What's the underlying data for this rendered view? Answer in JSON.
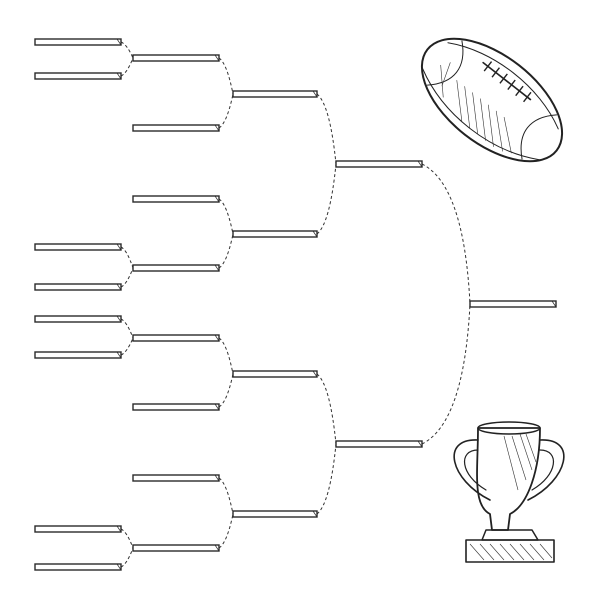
{
  "bracket": {
    "rounds": 5,
    "entrant_slots": 16,
    "first_round_filled_positions": [
      1,
      2,
      7,
      8,
      9,
      10,
      15,
      16
    ],
    "winner_slots": 1
  },
  "illustrations": {
    "top_right": "football-icon",
    "bottom_right": "trophy-icon"
  },
  "colors": {
    "background": "#ffffff",
    "line": "#2a2a2a"
  }
}
